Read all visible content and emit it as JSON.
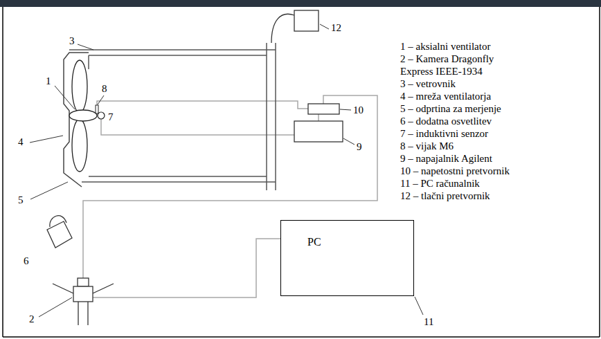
{
  "diagram": {
    "nodes": [
      {
        "text": [
          "PC"
        ]
      }
    ],
    "labels": [
      "3",
      "12",
      "1",
      "8",
      "7",
      "4",
      "10",
      "9",
      "5",
      "6",
      "2",
      "11",
      "1 – aksialni ventilator",
      "2 – Kamera Dragonfly Express IEEE-1934",
      "3 – vetrovnik",
      "4 – mreža ventilatorja",
      "5 – odprtina za merjenje",
      "6 – dodatna osvetlitev",
      "7 – induktivni senzor",
      "8 – vijak M6",
      "9 – napajalnik Agilent",
      "10 – napetostni pretvornik",
      "11 – PC računalnik",
      "12 – tlačni pretvornik"
    ]
  }
}
